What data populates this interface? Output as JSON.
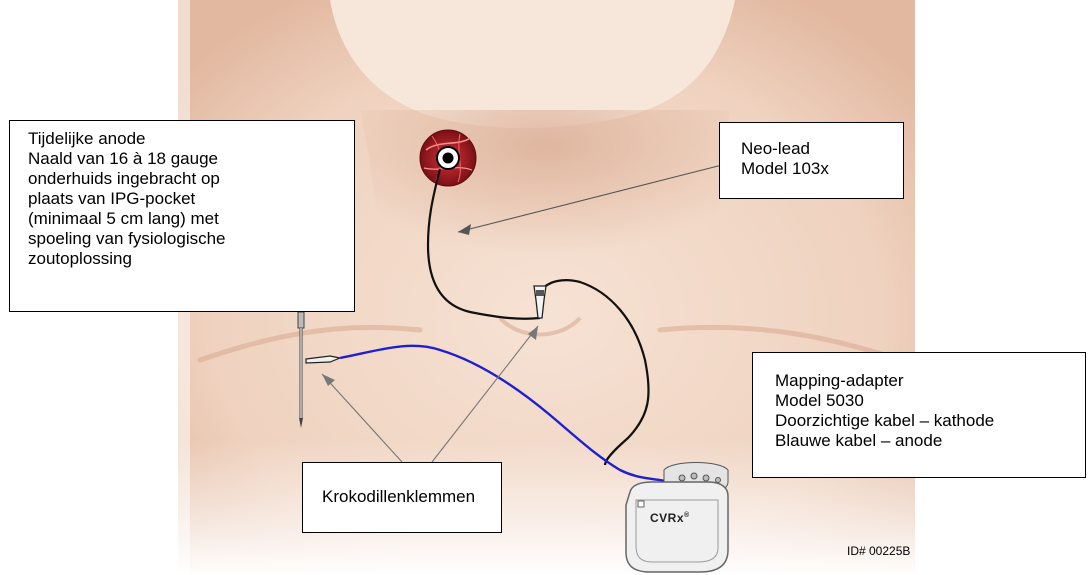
{
  "colors": {
    "skin_light": "#f3dccc",
    "skin_mid": "#e8c4ad",
    "skin_shadow": "#d8a990",
    "lead_cable": "#111111",
    "anode_cable": "#1f1fcf",
    "artery_red": "#b3202a",
    "device_body": "#e9e9e9"
  },
  "icons": {
    "electrode_site": "artery-electrode-icon",
    "needle": "needle-icon",
    "clip": "alligator-clip-icon",
    "device": "ipg-device-icon"
  },
  "callouts": {
    "anode": {
      "lines": [
        "Tijdelijke anode",
        "Naald van 16 à 18 gauge",
        "onderhuids ingebracht op",
        "plaats van IPG-pocket",
        "(minimaal 5 cm lang) met",
        "spoeling van fysiologische",
        "zoutoplossing"
      ]
    },
    "neolead": {
      "lines": [
        "Neo-lead",
        "Model 103x"
      ]
    },
    "mapping": {
      "lines": [
        "Mapping-adapter",
        "Model 5030",
        "Doorzichtige kabel – kathode",
        "Blauwe kabel – anode"
      ]
    },
    "clamps": {
      "lines": [
        "Krokodillenklemmen"
      ]
    }
  },
  "device": {
    "brand": "CVRx",
    "brand_mark": "®"
  },
  "id_label": "ID# 00225B"
}
